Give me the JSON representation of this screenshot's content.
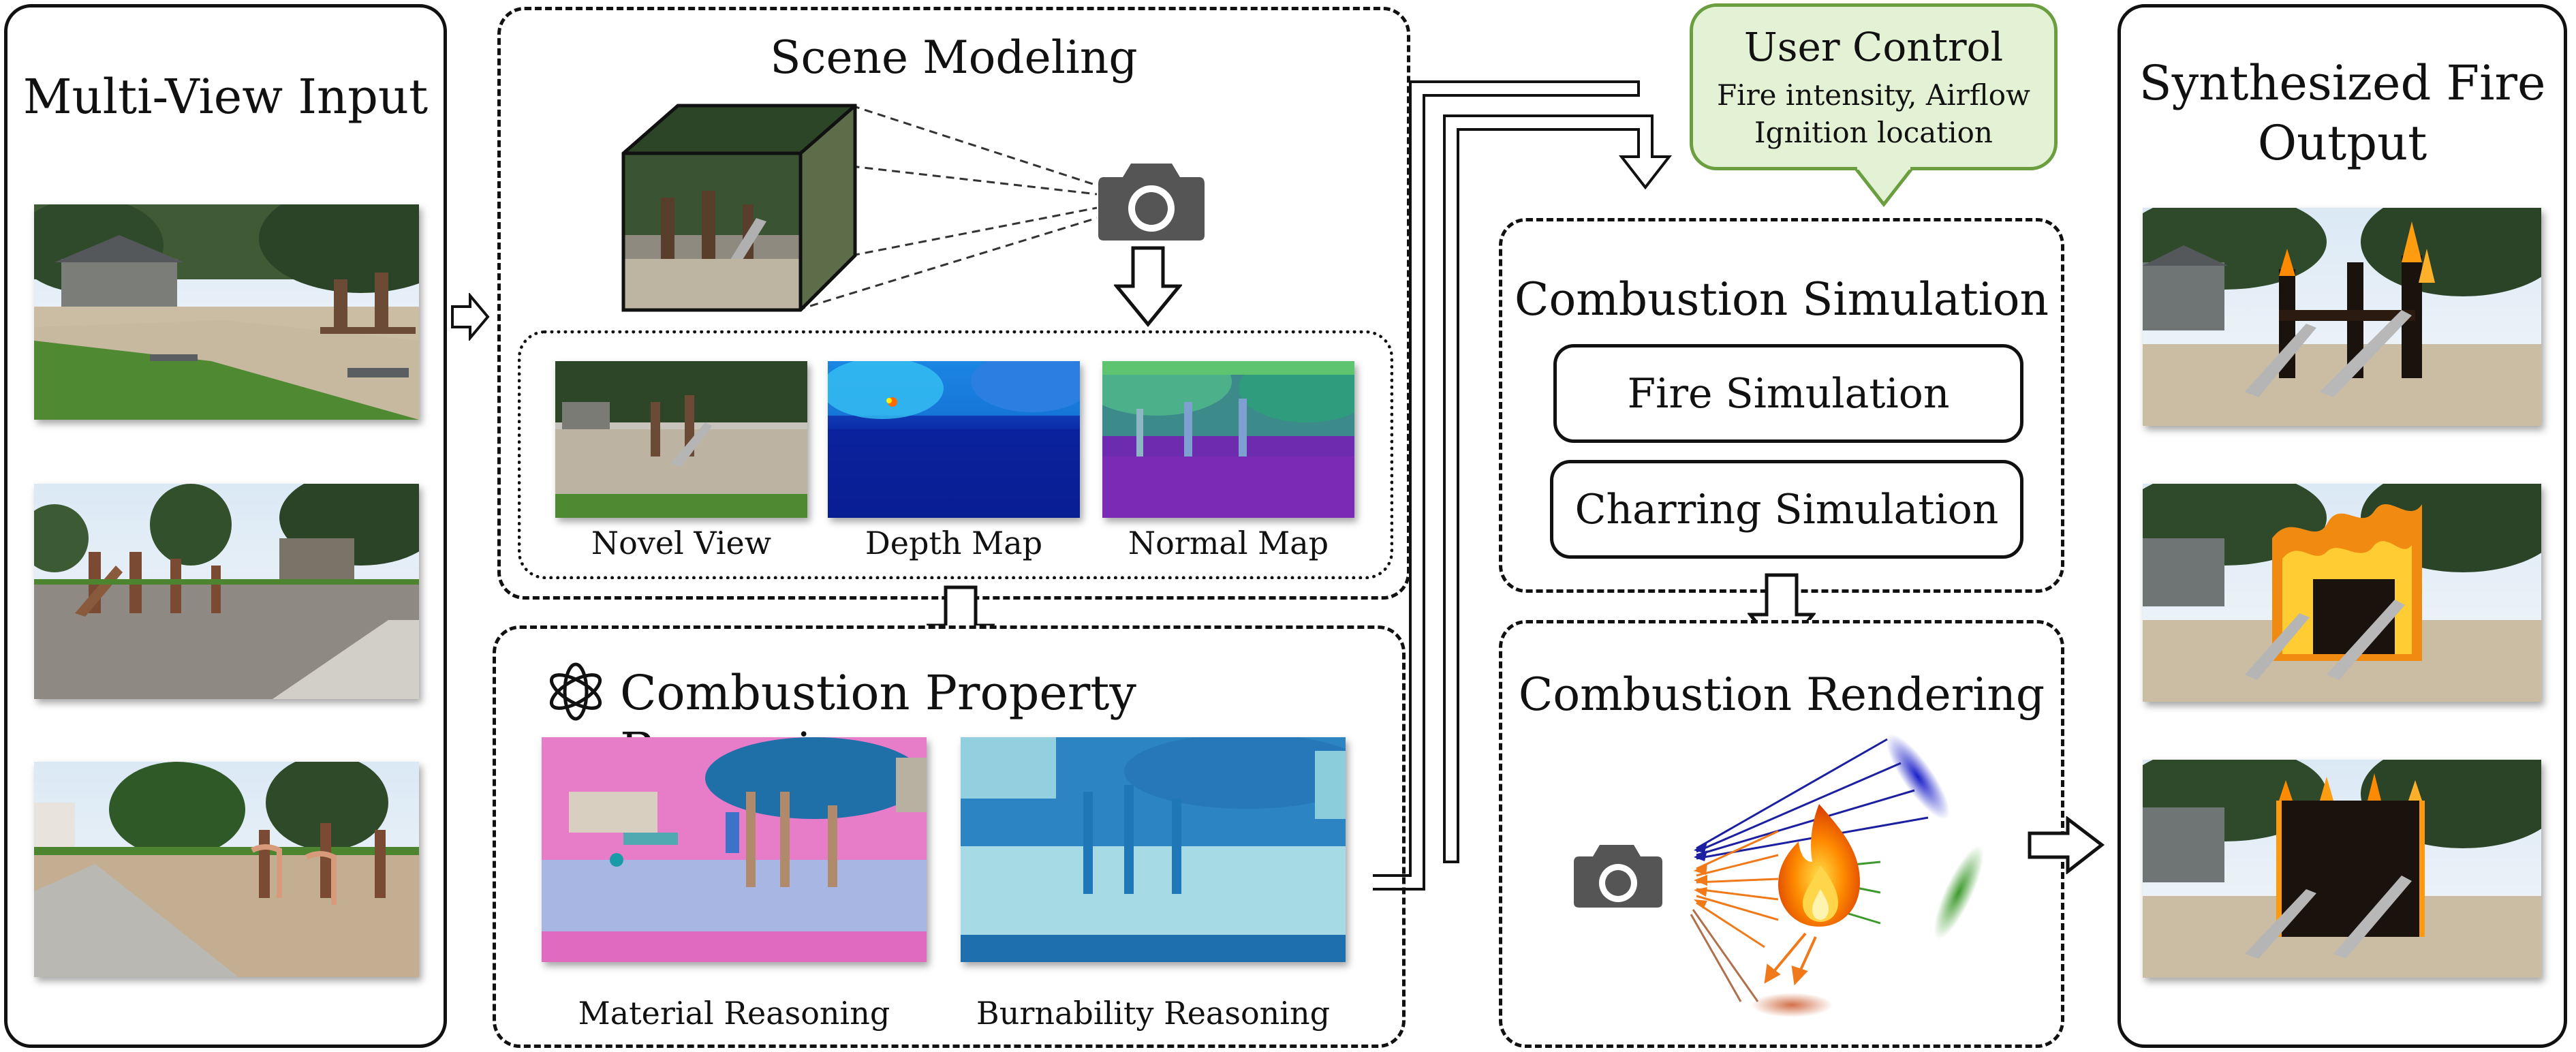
{
  "input_panel": {
    "title": "Multi-View Input",
    "images": [
      "input-view-1",
      "input-view-2",
      "input-view-3"
    ]
  },
  "scene_modeling": {
    "title": "Scene Modeling",
    "captions": [
      "Novel View",
      "Depth Map",
      "Normal Map"
    ]
  },
  "property_reasoning": {
    "title": "Combustion Property Reasoning",
    "captions": [
      "Material Reasoning",
      "Burnability Reasoning"
    ]
  },
  "user_control": {
    "title": "User Control",
    "line1": "Fire intensity, Airflow",
    "line2": "Ignition location",
    "fill": "#e3f2d5",
    "border": "#6a9e3f"
  },
  "combustion_simulation": {
    "title": "Combustion Simulation",
    "boxes": [
      "Fire Simulation",
      "Charring Simulation"
    ]
  },
  "combustion_rendering": {
    "title": "Combustion Rendering"
  },
  "output_panel": {
    "title_line1": "Synthesized Fire",
    "title_line2": "Output",
    "images": [
      "output-view-1",
      "output-view-2",
      "output-view-3"
    ]
  },
  "icons": [
    "camera-icon",
    "openai-logo-icon",
    "fire-icon"
  ]
}
